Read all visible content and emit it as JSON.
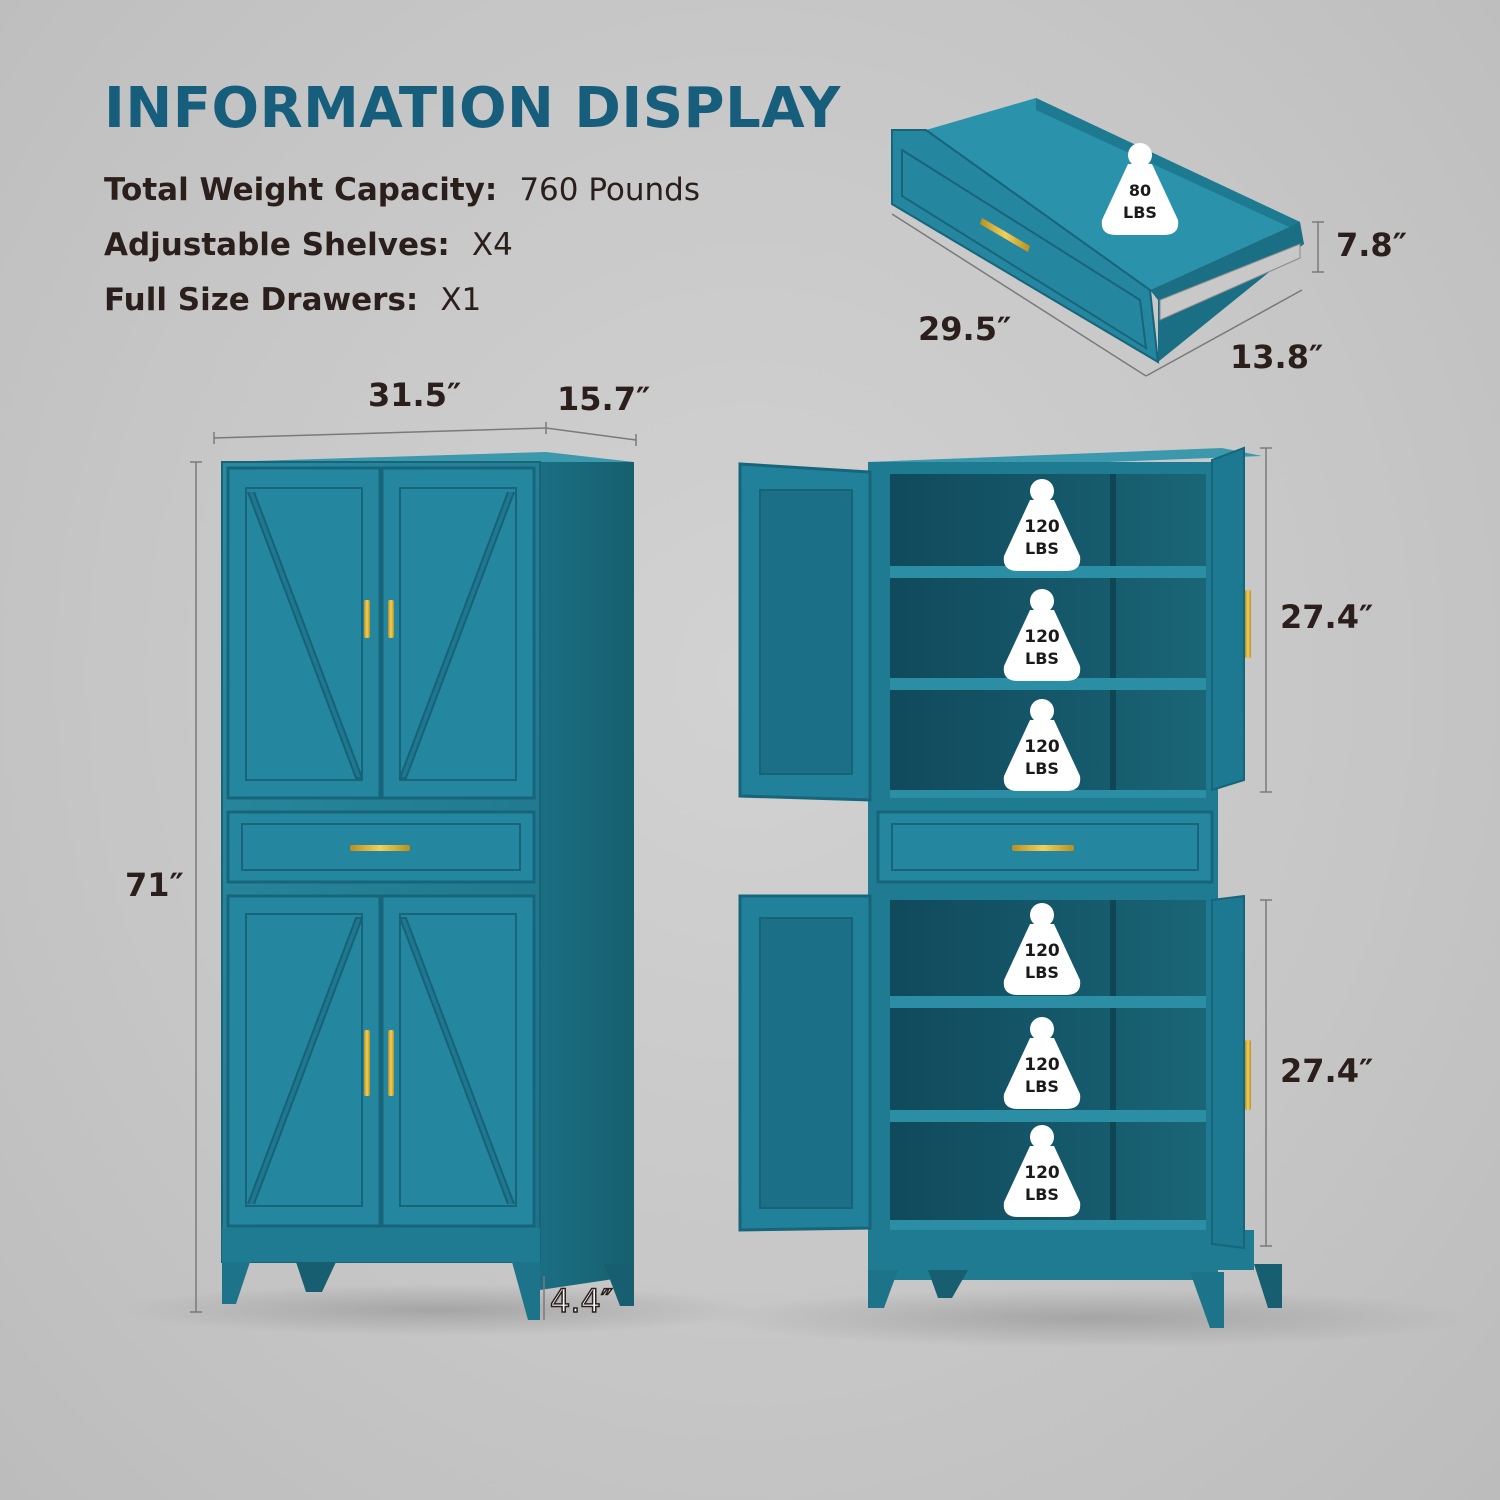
{
  "title": "INFORMATION DISPLAY",
  "specs": [
    {
      "label": "Total Weight Capacity:",
      "value": "760 Pounds"
    },
    {
      "label": "Adjustable Shelves:",
      "value": "X4"
    },
    {
      "label": "Full Size Drawers:",
      "value": "X1"
    }
  ],
  "dimensions": {
    "width": "31.5″",
    "depth": "15.7″",
    "height": "71″",
    "leg": "4.4″",
    "upper_section": "27.4″",
    "lower_section": "27.4″",
    "drawer_length": "29.5″",
    "drawer_depth": "13.8″",
    "drawer_height": "7.8″"
  },
  "weights": {
    "drawer": {
      "value": "80",
      "unit": "LBS"
    },
    "shelves": [
      {
        "value": "120",
        "unit": "LBS"
      },
      {
        "value": "120",
        "unit": "LBS"
      },
      {
        "value": "120",
        "unit": "LBS"
      },
      {
        "value": "120",
        "unit": "LBS"
      },
      {
        "value": "120",
        "unit": "LBS"
      },
      {
        "value": "120",
        "unit": "LBS"
      }
    ]
  },
  "colors": {
    "title": "#165e7c",
    "cabinet": "#1f7c92",
    "handle": "#d4b13a",
    "background": "#c9c9c9"
  }
}
